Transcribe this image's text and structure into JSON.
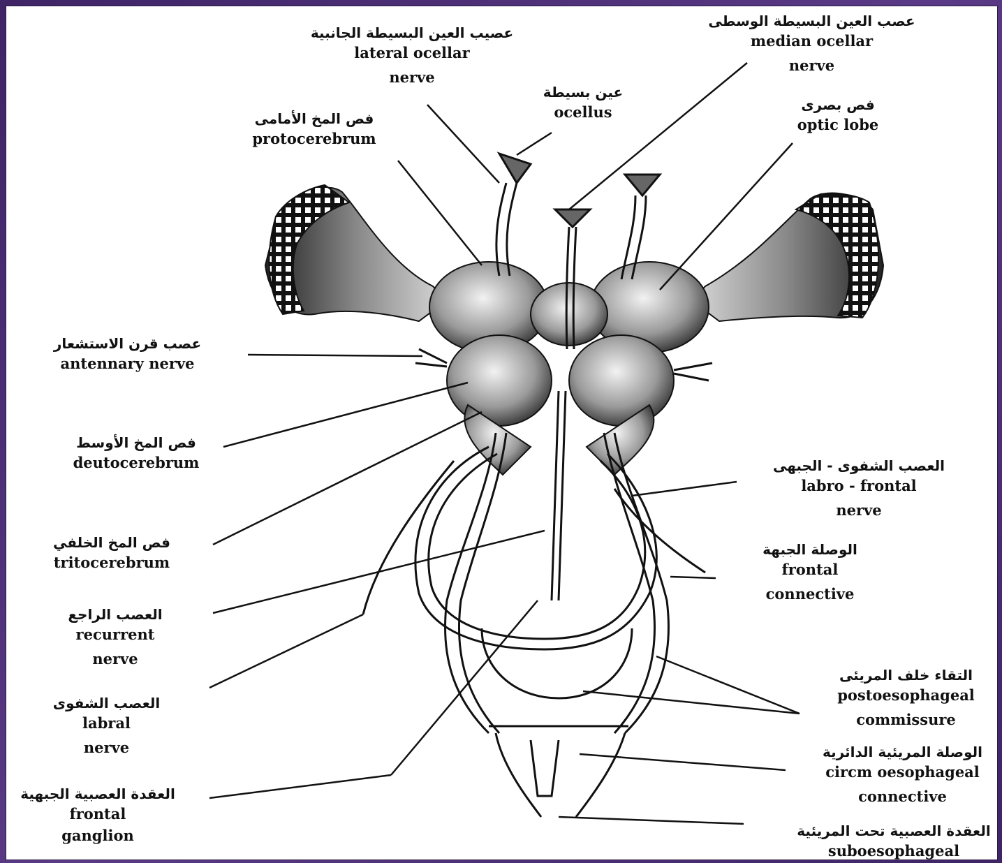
{
  "colors": {
    "frame": "#4b2d73",
    "paper": "#ffffff",
    "ink": "#111111"
  },
  "labels": {
    "lateral_ocellar": {
      "ar": "عصيب العين البسيطة الجانبية",
      "en1": "lateral ocellar",
      "en2": "nerve"
    },
    "median_ocellar": {
      "ar": "عصب العين البسيطة الوسطى",
      "en1": "median ocellar",
      "en2": "nerve"
    },
    "ocellus": {
      "ar": "عين بسيطة",
      "en1": "ocellus"
    },
    "protocerebrum": {
      "ar": "فص المخ الأمامى",
      "en1": "protocerebrum"
    },
    "optic_lobe": {
      "ar": "فص بصرى",
      "en1": "optic lobe"
    },
    "antennary_nerve": {
      "ar": "عصب قرن الاستشعار",
      "en1": "antennary nerve"
    },
    "deutocerebrum": {
      "ar": "فص المخ الأوسط",
      "en1": "deutocerebrum"
    },
    "labro_frontal": {
      "ar": "العصب الشفوى - الجبهى",
      "en1": "labro - frontal",
      "en2": "nerve"
    },
    "tritocerebrum": {
      "ar": "فص المخ الخلفي",
      "en1": "tritocerebrum"
    },
    "frontal_connective": {
      "ar": "الوصلة الجبهة",
      "en1": "frontal",
      "en2": "connective"
    },
    "recurrent_nerve": {
      "ar": "العصب الراجع",
      "en1": "recurrent",
      "en2": "nerve"
    },
    "postoesophageal": {
      "ar": "التقاء خلف المريئى",
      "en1": "postoesophageal",
      "en2": "commissure"
    },
    "labral_nerve": {
      "ar": "العصب الشفوى",
      "en1": "labral",
      "en2": "nerve"
    },
    "circm_oesophageal": {
      "ar": "الوصلة المريئية الدائرية",
      "en1": "circm oesophageal",
      "en2": "connective"
    },
    "frontal_ganglion": {
      "ar": "العقدة العصبية الجبهية",
      "en1": "frontal",
      "en2": "ganglion"
    },
    "suboesophageal": {
      "ar": "العقدة العصبية تحت المريئية",
      "en1": "suboesophageal"
    }
  }
}
